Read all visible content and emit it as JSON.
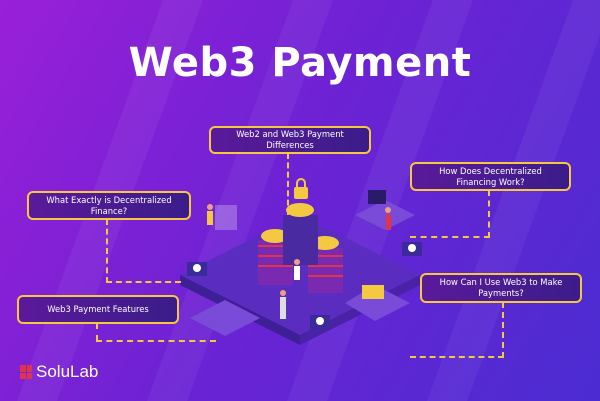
{
  "title": "Web3 Payment",
  "topics": [
    "Web2 and Web3 Payment Differences",
    "How Does Decentralized Financing Work?",
    "What Exactly is Decentralized Finance?",
    "Web3 Payment Features",
    "How Can I Use Web3 to Make Payments?"
  ],
  "logo": {
    "name": "SoluLab"
  },
  "colors": {
    "accent": "#f5c842",
    "brand_red": "#e0344a"
  }
}
